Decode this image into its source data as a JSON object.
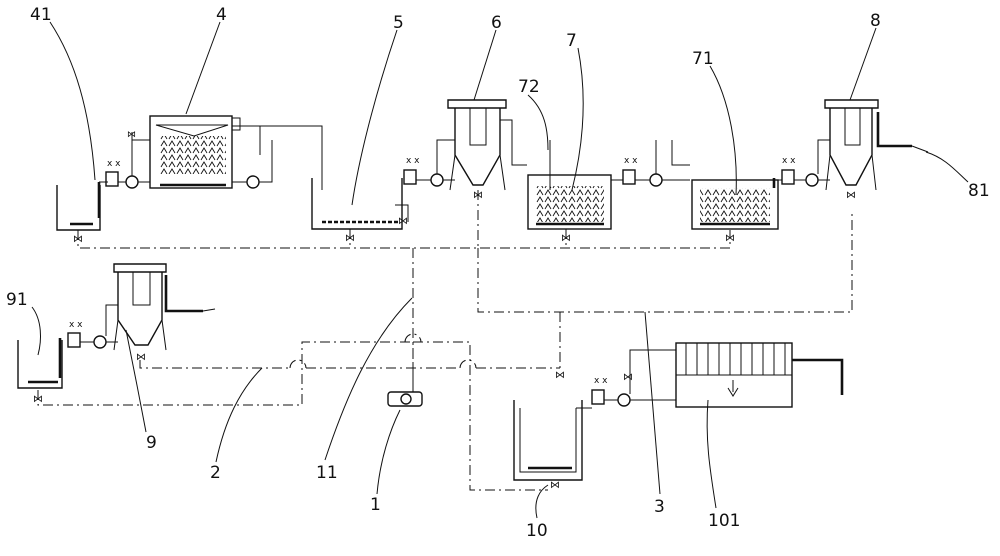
{
  "labels": {
    "l41": "41",
    "l4": "4",
    "l5": "5",
    "l6": "6",
    "l7": "7",
    "l72": "72",
    "l71": "71",
    "l8": "8",
    "l81": "81",
    "l91": "91",
    "l9": "9",
    "l2": "2",
    "l11": "11",
    "l1": "1",
    "l10": "10",
    "l3": "3",
    "l101": "101"
  }
}
